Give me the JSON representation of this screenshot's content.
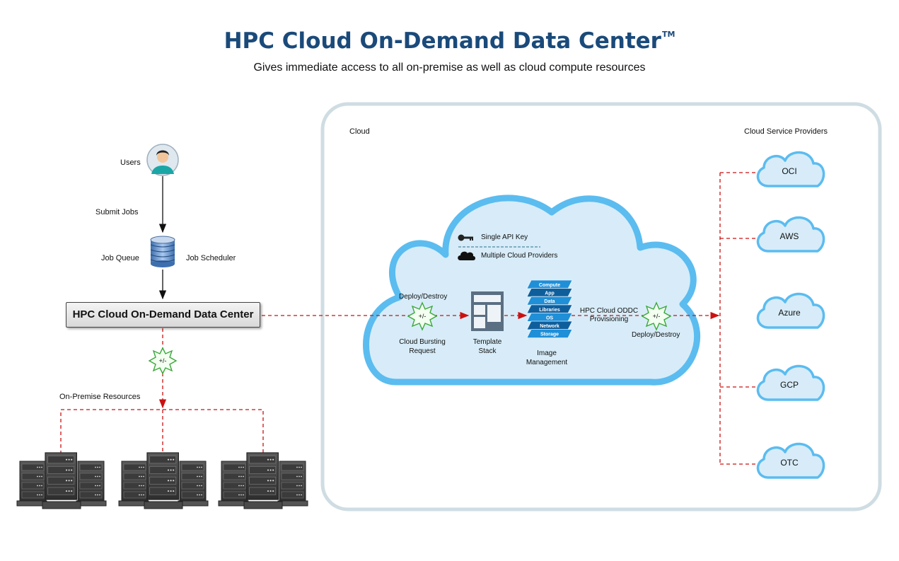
{
  "header": {
    "title": "HPC Cloud On-Demand Data Center",
    "trademark": "TM",
    "subtitle": "Gives immediate access to all on-premise as well as cloud compute resources"
  },
  "left": {
    "users": "Users",
    "submit_jobs": "Submit Jobs",
    "job_queue": "Job Queue",
    "job_scheduler": "Job Scheduler",
    "oddc_box": "HPC Cloud On-Demand Data Center",
    "plus_minus": "+/-",
    "on_premise": "On-Premise Resources"
  },
  "cloud": {
    "label": "Cloud",
    "single_api_key": "Single API Key",
    "multiple_providers": "Multiple Cloud Providers",
    "deploy_destroy_left": "Deploy/Destroy",
    "bursting_line1": "Cloud Bursting",
    "bursting_line2": "Request",
    "template_line1": "Template",
    "template_line2": "Stack",
    "image_line1": "Image",
    "image_line2": "Management",
    "provisioning_line1": "HPC Cloud ODDC",
    "provisioning_line2": "Provisioning",
    "deploy_destroy_right": "Deploy/Destroy",
    "plus_minus": "+/-",
    "stack_layers": [
      "Compute",
      "App",
      "Data",
      "Libraries",
      "OS",
      "Network",
      "Storage"
    ]
  },
  "providers": {
    "label": "Cloud Service Providers",
    "items": [
      "OCI",
      "AWS",
      "Azure",
      "GCP",
      "OTC"
    ]
  },
  "colors": {
    "title": "#1a4a7a",
    "cloud_fill": "#d7ecf8",
    "cloud_stroke": "#5bbcf0",
    "dashed_red": "#cc1111",
    "burst_green": "#3aa83a",
    "stack_blue": "#1578c2"
  }
}
